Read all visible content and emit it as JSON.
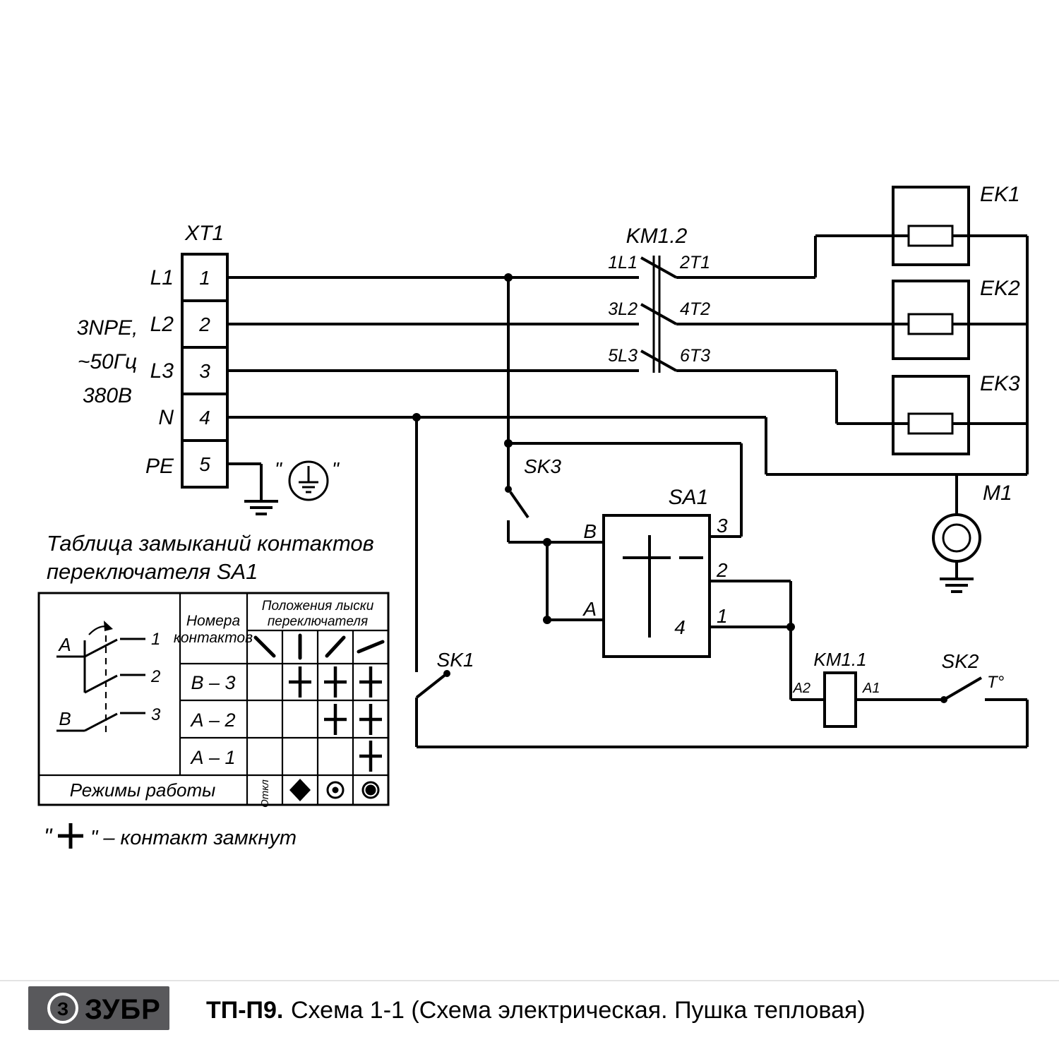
{
  "schematic": {
    "xt1": {
      "label": "XT1",
      "terminals": [
        "1",
        "2",
        "3",
        "4",
        "5"
      ],
      "rows": [
        "L1",
        "L2",
        "L3",
        "N",
        "PE"
      ],
      "supply": [
        "3NPE,",
        "~50Гц",
        "380В"
      ],
      "quote": "\""
    },
    "km12": {
      "label": "KM1.2",
      "inputs": [
        "1L1",
        "3L2",
        "5L3"
      ],
      "outputs": [
        "2T1",
        "4T2",
        "6T3"
      ]
    },
    "heaters": [
      "EK1",
      "EK2",
      "EK3"
    ],
    "motor": "M1",
    "sa1": {
      "label": "SA1",
      "b": "В",
      "a": "А",
      "t3": "3",
      "t2": "2",
      "t1": "1",
      "t4": "4"
    },
    "sk1": "SK1",
    "sk2": "SK2",
    "sk2_temp": "Т°",
    "sk3": "SK3",
    "km11": {
      "label": "KM1.1",
      "a2": "A2",
      "a1": "A1"
    }
  },
  "table": {
    "title1": "Таблица замыканий контактов",
    "title2": "переключателя SA1",
    "contacts_header1": "Номера",
    "contacts_header2": "контактов",
    "positions_header1": "Положения лыски",
    "positions_header2": "переключателя",
    "rows": [
      "В – 3",
      "А – 2",
      "А – 1"
    ],
    "modes_label": "Режимы работы",
    "off_label": "Откл",
    "diagram": {
      "a": "А",
      "b": "В",
      "c1": "1",
      "c2": "2",
      "c3": "3"
    }
  },
  "note": {
    "pre": "\"",
    "post": "\" – контакт замкнут"
  },
  "footer": {
    "emblem_letter": "З",
    "brand": "ЗУБР",
    "model": "ТП-П9.",
    "caption": "Схема 1-1 (Схема электрическая. Пушка тепловая)"
  }
}
